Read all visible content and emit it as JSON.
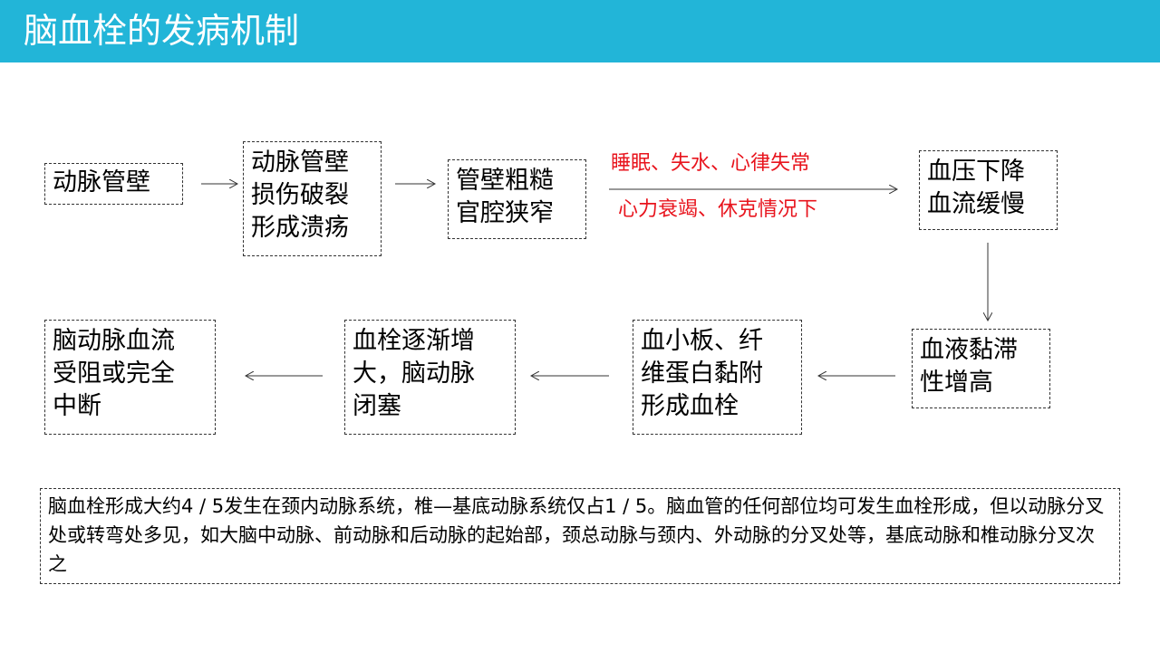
{
  "title": "脑血栓的发病机制",
  "colors": {
    "header_bg": "#22b5d8",
    "header_text": "#ffffff",
    "condition_text": "#e8141d",
    "border": "#333333"
  },
  "nodes": {
    "arterial_wall": "动脉管壁",
    "wall_damage": "动脉管壁\n损伤破裂\n形成溃疡",
    "rough_narrow": "管壁粗糙\n官腔狭窄",
    "bp_drop": "血压下降\n血流缓慢",
    "viscosity": "血液黏滞\n性增高",
    "thrombus": "血小板、纤\n维蛋白黏附\n形成血栓",
    "occlusion": "血栓逐渐增\n大，脑动脉\n闭塞",
    "blocked": "脑动脉血流\n受阻或完全\n中断"
  },
  "conditions": {
    "line1": "睡眠、失水、心律失常",
    "line2": "心力衰竭、休克情况下"
  },
  "note": "脑血栓形成大约4 / 5发生在颈内动脉系统，椎—基底动脉系统仅占1 / 5。脑血管的任何部位均可发生血栓形成，但以动脉分叉处或转弯处多见，如大脑中动脉、前动脉和后动脉的起始部，颈总动脉与颈内、外动脉的分叉处等，基底动脉和椎动脉分叉次之"
}
